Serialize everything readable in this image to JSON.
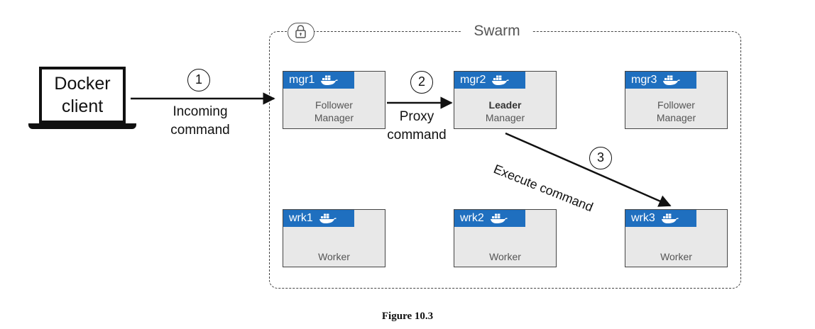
{
  "swarm": {
    "title": "Swarm"
  },
  "client": {
    "line1": "Docker",
    "line2": "client"
  },
  "steps": [
    {
      "number": "1",
      "label_line1": "Incoming",
      "label_line2": "command"
    },
    {
      "number": "2",
      "label_line1": "Proxy",
      "label_line2": "command"
    },
    {
      "number": "3",
      "label": "Execute command"
    }
  ],
  "nodes": {
    "mgr1": {
      "name": "mgr1",
      "role_line1": "Follower",
      "role_line2": "Manager"
    },
    "mgr2": {
      "name": "mgr2",
      "role_line1": "Leader",
      "role_line2": "Manager"
    },
    "mgr3": {
      "name": "mgr3",
      "role_line1": "Follower",
      "role_line2": "Manager"
    },
    "wrk1": {
      "name": "wrk1",
      "role": "Worker"
    },
    "wrk2": {
      "name": "wrk2",
      "role": "Worker"
    },
    "wrk3": {
      "name": "wrk3",
      "role": "Worker"
    }
  },
  "caption": "Figure 10.3",
  "colors": {
    "node_tab": "#1f6fbf",
    "node_body": "#e8e8e8"
  },
  "icons": {
    "lock": "lock-icon",
    "docker": "docker-whale-icon"
  }
}
